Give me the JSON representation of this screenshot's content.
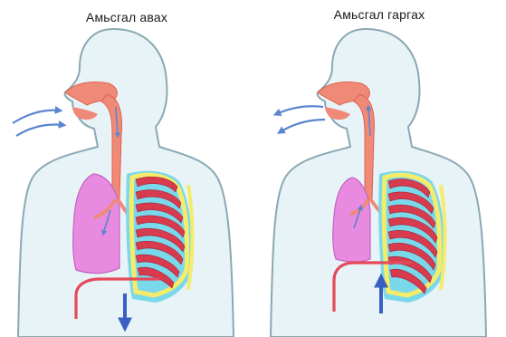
{
  "panels": [
    {
      "id": "inhale",
      "title": "Амьсгал авах",
      "air_flow": "in",
      "diaphragm_arrow": "down"
    },
    {
      "id": "exhale",
      "title": "Амьсгал гаргах",
      "air_flow": "out",
      "diaphragm_arrow": "up"
    }
  ],
  "colors": {
    "body_fill": "#e8f3f7",
    "body_outline": "#8aa8b4",
    "airway": "#f08a78",
    "airway_dark": "#e0604a",
    "lung": "#e88be0",
    "lung_outline": "#c064c0",
    "rib_red": "#d83a4e",
    "rib_yellow": "#f4ec6a",
    "cyan": "#79d8ea",
    "diaphragm": "#e54a5a",
    "arrow_blue": "#3a5fc2",
    "air_arrow": "#5b85d0"
  }
}
